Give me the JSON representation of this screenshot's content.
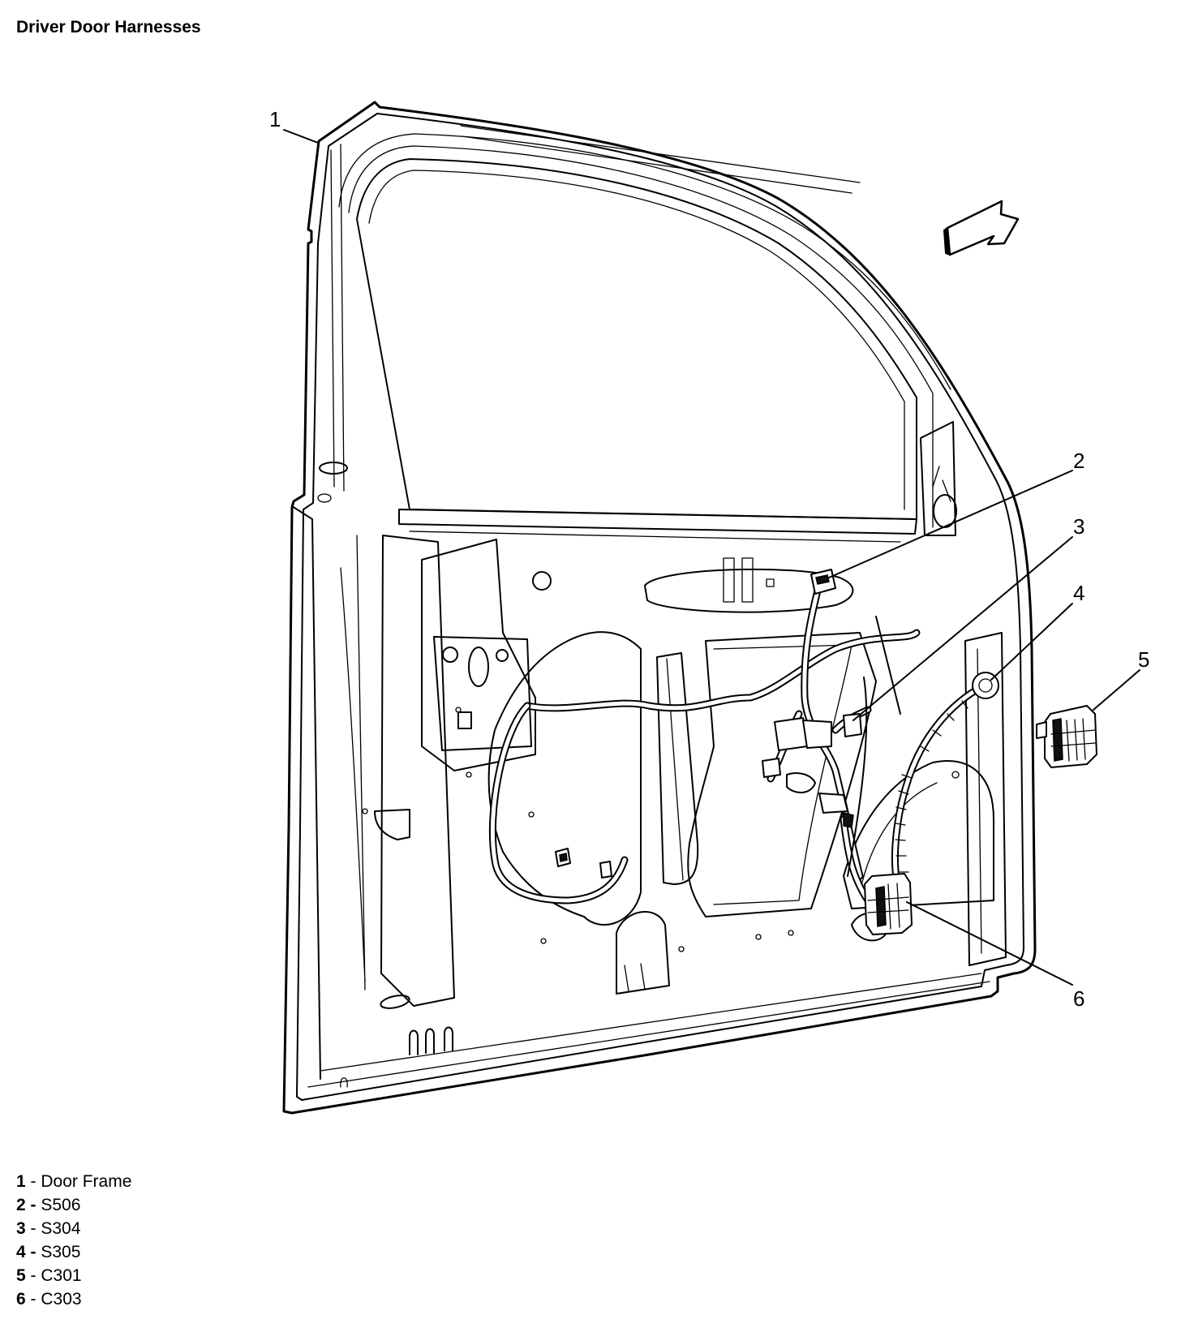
{
  "title": "Driver Door Harnesses",
  "callouts": [
    {
      "id": "1",
      "name": "Door Frame"
    },
    {
      "id": "2",
      "name": "S506"
    },
    {
      "id": "3",
      "name": "S304"
    },
    {
      "id": "4",
      "name": "S305"
    },
    {
      "id": "5",
      "name": "C301"
    },
    {
      "id": "6",
      "name": "C303"
    }
  ],
  "legend": [
    {
      "num": "1",
      "sep": " - ",
      "text": "Door Frame"
    },
    {
      "num": "2 -",
      "sep": " ",
      "text": "S506"
    },
    {
      "num": "3",
      "sep": " - ",
      "text": "S304"
    },
    {
      "num": "4 -",
      "sep": " ",
      "text": "S305"
    },
    {
      "num": "5",
      "sep": " - ",
      "text": "C301"
    },
    {
      "num": "6",
      "sep": " - ",
      "text": "C303"
    }
  ]
}
